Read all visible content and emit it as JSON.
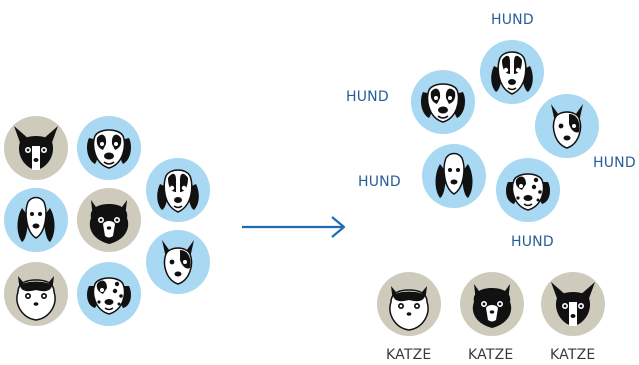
{
  "colors": {
    "dog_disc": "#A8D8F2",
    "cat_disc": "#CFCBBC",
    "arrow": "#1F6DB0",
    "dog_label": "#2B5C9A",
    "cat_label": "#3A3A3A",
    "fur_dark": "#111111",
    "fur_light": "#FFFFFF"
  },
  "unsorted_group": {
    "items": [
      {
        "kind": "cat",
        "icon": "chihuahua-cat-face-icon"
      },
      {
        "kind": "dog",
        "icon": "spaniel-face-icon"
      },
      {
        "kind": "dog",
        "icon": "beagle-face-icon"
      },
      {
        "kind": "dog",
        "icon": "long-ear-dog-face-icon"
      },
      {
        "kind": "cat",
        "icon": "fluffy-cat-face-icon"
      },
      {
        "kind": "dog",
        "icon": "bull-terrier-face-icon"
      },
      {
        "kind": "cat",
        "icon": "white-cat-face-icon"
      },
      {
        "kind": "dog",
        "icon": "spotted-dog-face-icon"
      }
    ]
  },
  "arrow": {
    "icon": "right-arrow-icon"
  },
  "sorted_group": {
    "dogs": [
      {
        "label": "HUND",
        "icon": "beagle-face-icon"
      },
      {
        "label": "HUND",
        "icon": "spaniel-face-icon"
      },
      {
        "label": "HUND",
        "icon": "bull-terrier-face-icon"
      },
      {
        "label": "HUND",
        "icon": "long-ear-dog-face-icon"
      },
      {
        "label": "HUND",
        "icon": "spotted-dog-face-icon"
      }
    ],
    "cats": [
      {
        "label": "KATZE",
        "icon": "white-cat-face-icon"
      },
      {
        "label": "KATZE",
        "icon": "fluffy-cat-face-icon"
      },
      {
        "label": "KATZE",
        "icon": "chihuahua-cat-face-icon"
      }
    ]
  }
}
